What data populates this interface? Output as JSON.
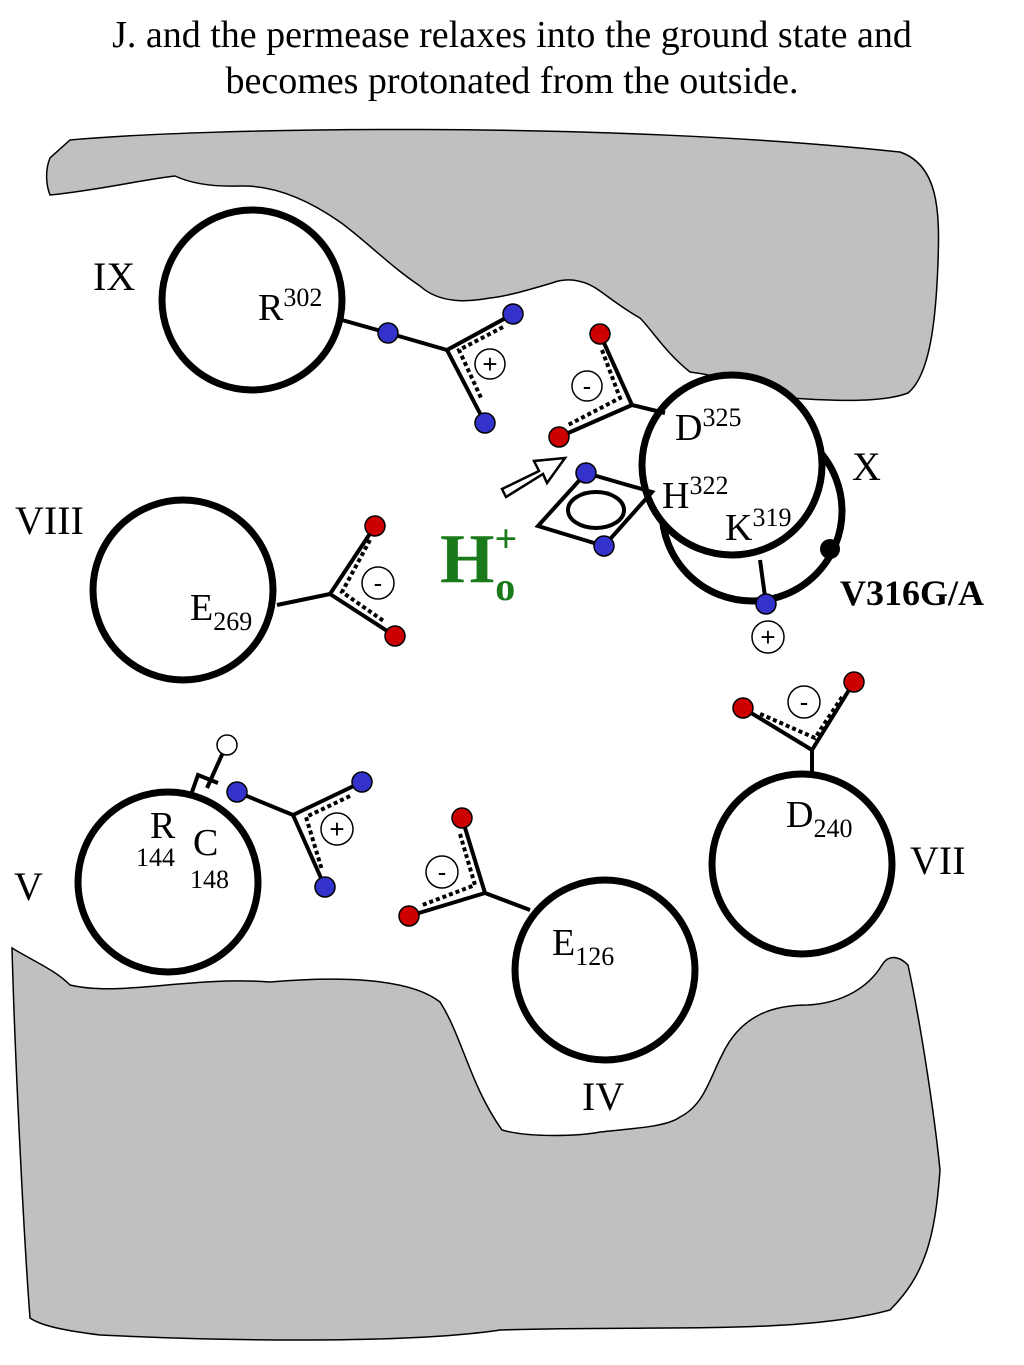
{
  "caption": {
    "line1": "J. and the permease relaxes into the ground state and",
    "line2": "becomes protonated from the outside."
  },
  "helices": {
    "IX": "IX",
    "VIII": "VIII",
    "V": "V",
    "IV": "IV",
    "VII": "VII",
    "X": "X"
  },
  "residues": {
    "R302": {
      "letter": "R",
      "number": "302"
    },
    "D325": {
      "letter": "D",
      "number": "325"
    },
    "H322": {
      "letter": "H",
      "number": "322"
    },
    "K319": {
      "letter": "K",
      "number": "319"
    },
    "E269": {
      "letter": "E",
      "number": "269"
    },
    "R144": {
      "letter": "R",
      "number": "144"
    },
    "C148": {
      "letter": "C",
      "number": "148"
    },
    "E126": {
      "letter": "E",
      "number": "126"
    },
    "D240": {
      "letter": "D",
      "number": "240"
    }
  },
  "mutation": "V316G/A",
  "proton": {
    "symbol": "H",
    "charge": "+",
    "side": "o"
  },
  "charges": {
    "plus": "+",
    "minus": "-"
  },
  "colors": {
    "membrane": "#c0c0c0",
    "nitrogen": "#3333cc",
    "oxygen": "#cc0000",
    "proton": "#1a7a1a",
    "line": "#000000"
  }
}
